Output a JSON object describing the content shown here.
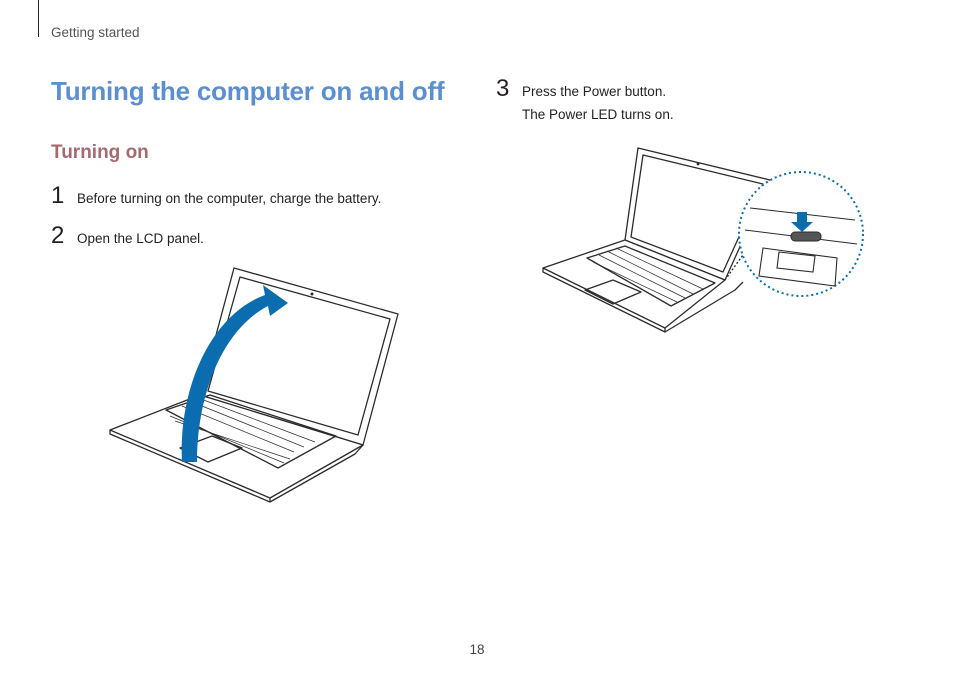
{
  "header": {
    "section": "Getting started"
  },
  "page": {
    "title": "Turning the computer on and off",
    "subtitle": "Turning on",
    "steps": [
      {
        "num": "1",
        "text": "Before turning on the computer, charge the battery."
      },
      {
        "num": "2",
        "text": "Open the LCD panel."
      },
      {
        "num": "3",
        "text": "Press the Power button.",
        "sub": "The Power LED turns on."
      }
    ],
    "page_number": "18"
  },
  "colors": {
    "title": "#5b8fcf",
    "subtitle": "#a56a6e",
    "arrow": "#0b6db0"
  },
  "illustrations": [
    "laptop-opening-lid",
    "laptop-power-button-callout"
  ]
}
